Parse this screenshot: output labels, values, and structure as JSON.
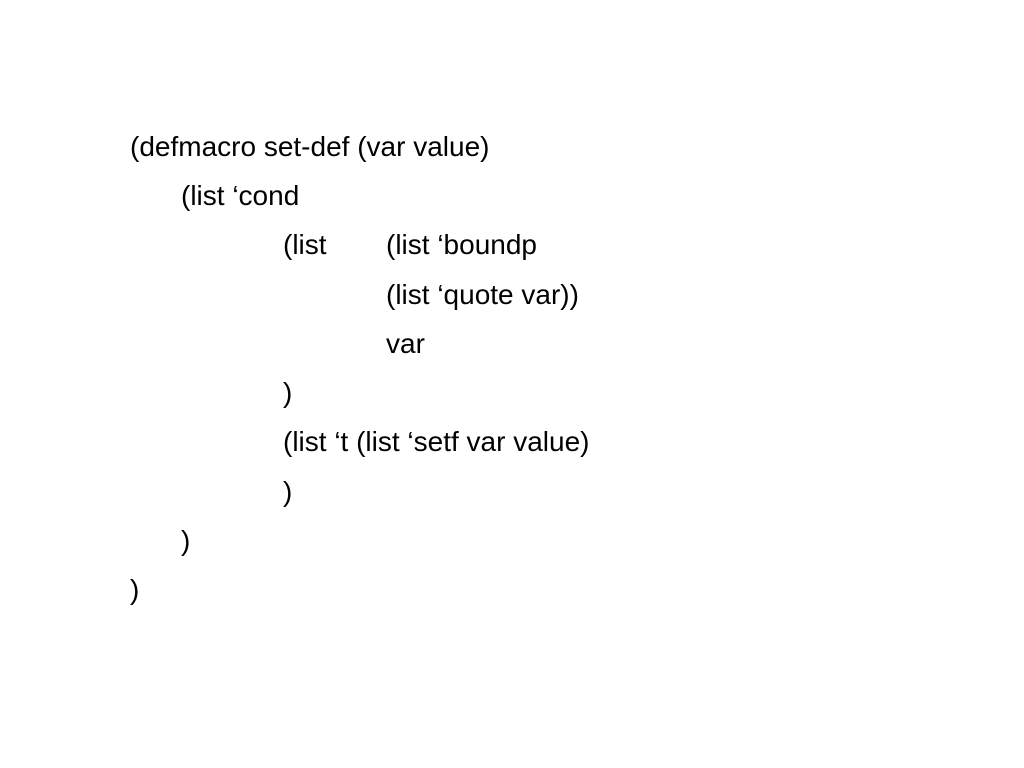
{
  "code": {
    "line1": "(defmacro set-def (var value)",
    "line2": "(list ‘cond",
    "line3_col1": "(list",
    "line3_col2": "(list ‘boundp",
    "line4": "(list ‘quote var))",
    "line5": "var",
    "line6": ")",
    "line7": "(list ‘t (list ‘setf var value)",
    "line8": ")",
    "line9": ")",
    "line10": ")"
  }
}
